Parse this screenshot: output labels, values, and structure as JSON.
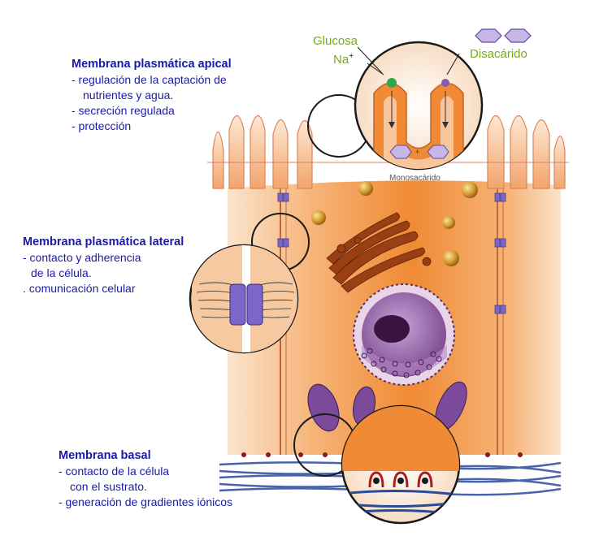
{
  "labels": {
    "apical": {
      "title": "Membrana plasmática apical",
      "items": [
        "- regulación de la captación de",
        "  nutrientes y agua.",
        "- secreción regulada",
        "- protección"
      ]
    },
    "lateral": {
      "title": "Membrana plasmática lateral",
      "items": [
        "- contacto y adherencia",
        "  de la célula.",
        ". comunicación celular"
      ]
    },
    "basal": {
      "title": "Membrana basal",
      "items": [
        "- contacto de la célula",
        "  con el sustrato.",
        "- generación de gradientes iónicos"
      ]
    }
  },
  "callouts": {
    "glucose": "Glucosa",
    "sodium": "Na",
    "sodium_charge": "+",
    "disaccharide": "Disacárido",
    "monosaccharide": "Monosacárido"
  },
  "colors": {
    "text_blue": "#1a1aa6",
    "callout_green": "#7aa81e",
    "cell_orange": "#f29a4a",
    "cell_light": "#fbe0c4",
    "microvilli": "#f3b07f",
    "junction_purple": "#7b66c9",
    "vesicle_gold": "#c98a1a",
    "golgi_brown": "#8a3a12",
    "nucleus_purple": "#5a2a6a",
    "membrane_blue": "#2a4a9a"
  }
}
